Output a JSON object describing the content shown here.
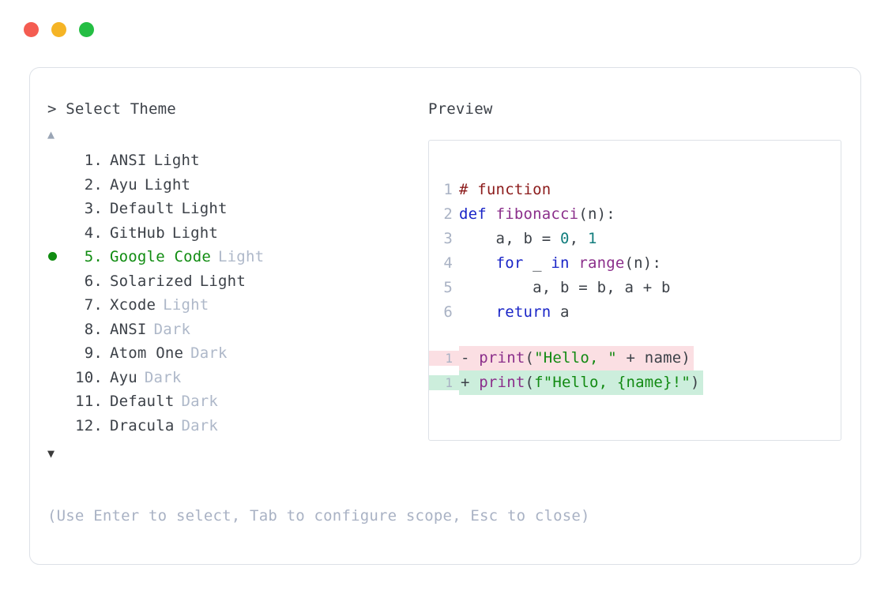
{
  "window": {
    "controls": [
      {
        "name": "close",
        "color": "#f45c51"
      },
      {
        "name": "minimize",
        "color": "#f5b425"
      },
      {
        "name": "maximize",
        "color": "#24be43"
      }
    ]
  },
  "prompt": {
    "caret": ">",
    "title": "Select Theme"
  },
  "scroll": {
    "up_glyph": "▲",
    "down_glyph": "▼"
  },
  "themes": {
    "selected_index": 5,
    "items": [
      {
        "number": "1.",
        "name": "ANSI",
        "variant": "Light",
        "variant_dim": false,
        "selected": false
      },
      {
        "number": "2.",
        "name": "Ayu",
        "variant": "Light",
        "variant_dim": false,
        "selected": false
      },
      {
        "number": "3.",
        "name": "Default",
        "variant": "Light",
        "variant_dim": false,
        "selected": false
      },
      {
        "number": "4.",
        "name": "GitHub",
        "variant": "Light",
        "variant_dim": false,
        "selected": false
      },
      {
        "number": "5.",
        "name": "Google Code",
        "variant": "Light",
        "variant_dim": true,
        "selected": true
      },
      {
        "number": "6.",
        "name": "Solarized",
        "variant": "Light",
        "variant_dim": false,
        "selected": false
      },
      {
        "number": "7.",
        "name": "Xcode",
        "variant": "Light",
        "variant_dim": true,
        "selected": false
      },
      {
        "number": "8.",
        "name": "ANSI",
        "variant": "Dark",
        "variant_dim": true,
        "selected": false
      },
      {
        "number": "9.",
        "name": "Atom One",
        "variant": "Dark",
        "variant_dim": true,
        "selected": false
      },
      {
        "number": "10.",
        "name": "Ayu",
        "variant": "Dark",
        "variant_dim": true,
        "selected": false
      },
      {
        "number": "11.",
        "name": "Default",
        "variant": "Dark",
        "variant_dim": true,
        "selected": false
      },
      {
        "number": "12.",
        "name": "Dracula",
        "variant": "Dark",
        "variant_dim": true,
        "selected": false
      }
    ]
  },
  "hint": "(Use Enter to select, Tab to configure scope, Esc to close)",
  "preview": {
    "label": "Preview",
    "code_lines": [
      {
        "num": "1",
        "tokens": [
          {
            "t": "# function",
            "c": "comment"
          }
        ]
      },
      {
        "num": "2",
        "tokens": [
          {
            "t": "def ",
            "c": "keyword"
          },
          {
            "t": "fibonacci",
            "c": "func"
          },
          {
            "t": "(n):",
            "c": "plain"
          }
        ]
      },
      {
        "num": "3",
        "tokens": [
          {
            "t": "    a, b = ",
            "c": "plain"
          },
          {
            "t": "0",
            "c": "number"
          },
          {
            "t": ", ",
            "c": "plain"
          },
          {
            "t": "1",
            "c": "number"
          }
        ]
      },
      {
        "num": "4",
        "tokens": [
          {
            "t": "    ",
            "c": "plain"
          },
          {
            "t": "for",
            "c": "keyword"
          },
          {
            "t": " _ ",
            "c": "plain"
          },
          {
            "t": "in",
            "c": "keyword"
          },
          {
            "t": " ",
            "c": "plain"
          },
          {
            "t": "range",
            "c": "func"
          },
          {
            "t": "(n):",
            "c": "plain"
          }
        ]
      },
      {
        "num": "5",
        "tokens": [
          {
            "t": "        a, b = b, a + b",
            "c": "plain"
          }
        ]
      },
      {
        "num": "6",
        "tokens": [
          {
            "t": "    ",
            "c": "plain"
          },
          {
            "t": "return",
            "c": "keyword"
          },
          {
            "t": " a",
            "c": "plain"
          }
        ]
      }
    ],
    "diff_lines": [
      {
        "num": "1",
        "kind": "minus",
        "tokens": [
          {
            "t": "- ",
            "c": "plain"
          },
          {
            "t": "print",
            "c": "func"
          },
          {
            "t": "(",
            "c": "plain"
          },
          {
            "t": "\"Hello, \"",
            "c": "string"
          },
          {
            "t": " + name)",
            "c": "plain"
          }
        ]
      },
      {
        "num": "1",
        "kind": "plus",
        "tokens": [
          {
            "t": "+ ",
            "c": "plain"
          },
          {
            "t": "print",
            "c": "func"
          },
          {
            "t": "(",
            "c": "plain"
          },
          {
            "t": "f\"Hello, {name}!\"",
            "c": "string"
          },
          {
            "t": ")",
            "c": "plain"
          }
        ]
      }
    ]
  },
  "colors": {
    "accent_green": "#108c11",
    "dim_text": "#aeb8c9",
    "body_text": "#3c4148",
    "border": "#dde1e7",
    "diff_remove_bg": "#fbdfe3",
    "diff_add_bg": "#cceedc",
    "syntax_comment": "#8c1b1b",
    "syntax_keyword": "#1a25c7",
    "syntax_function": "#8b2f8b",
    "syntax_number": "#117d7d",
    "syntax_string": "#128a12"
  }
}
